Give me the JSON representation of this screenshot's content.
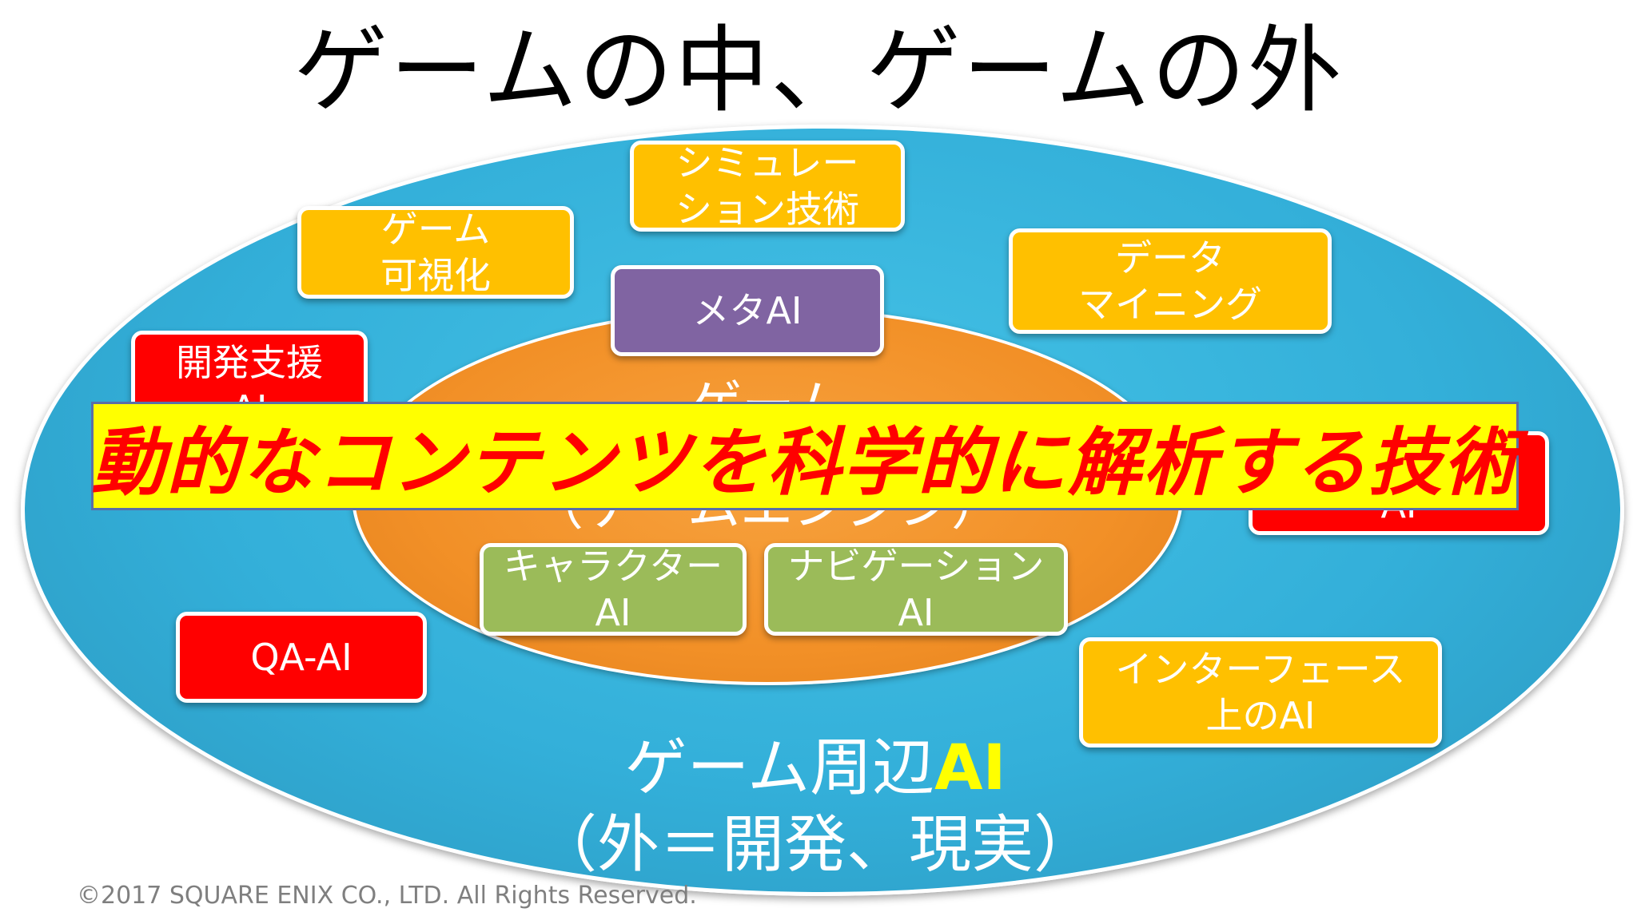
{
  "slide": {
    "title": "ゲームの中、ゲームの外",
    "copyright": "©2017 SQUARE ENIX CO., LTD. All Rights Reserved."
  },
  "diagram": {
    "outer": {
      "label_main": "ゲーム周辺",
      "label_ai": "AI",
      "label_sub": "（外＝開発、現実）",
      "fill": "#33afd9"
    },
    "inner": {
      "label_main": "ゲーム",
      "label_sub": "（ゲームエンジン）",
      "fill": "#f29027"
    },
    "boxes": {
      "simulation": {
        "line1": "シミュレー",
        "line2": "ション技術"
      },
      "game_visualization": {
        "line1": "ゲーム",
        "line2": "可視化"
      },
      "meta_ai": {
        "label": "メタAI"
      },
      "data_mining": {
        "line1": "データ",
        "line2": "マイニング"
      },
      "dev_support_ai": {
        "line1": "開発支援",
        "line2": "AI"
      },
      "right_red_ai": {
        "line1": "",
        "line2": "AI"
      },
      "character_ai": {
        "line1": "キャラクター",
        "line2": "AI"
      },
      "navigation_ai": {
        "line1": "ナビゲーション",
        "line2": "AI"
      },
      "qa_ai": {
        "label": "QA-AI"
      },
      "interface_ai": {
        "line1": "インターフェース",
        "line2": "上のAI"
      }
    },
    "banner": {
      "text": "動的なコンテンツを科学的に解析する技術"
    },
    "colors": {
      "yellow_box": "#ffc000",
      "purple_box": "#8064a2",
      "red_box": "#ff0000",
      "green_box": "#9bbb59",
      "banner_bg": "#ffff00",
      "banner_text": "#ff0000"
    }
  }
}
